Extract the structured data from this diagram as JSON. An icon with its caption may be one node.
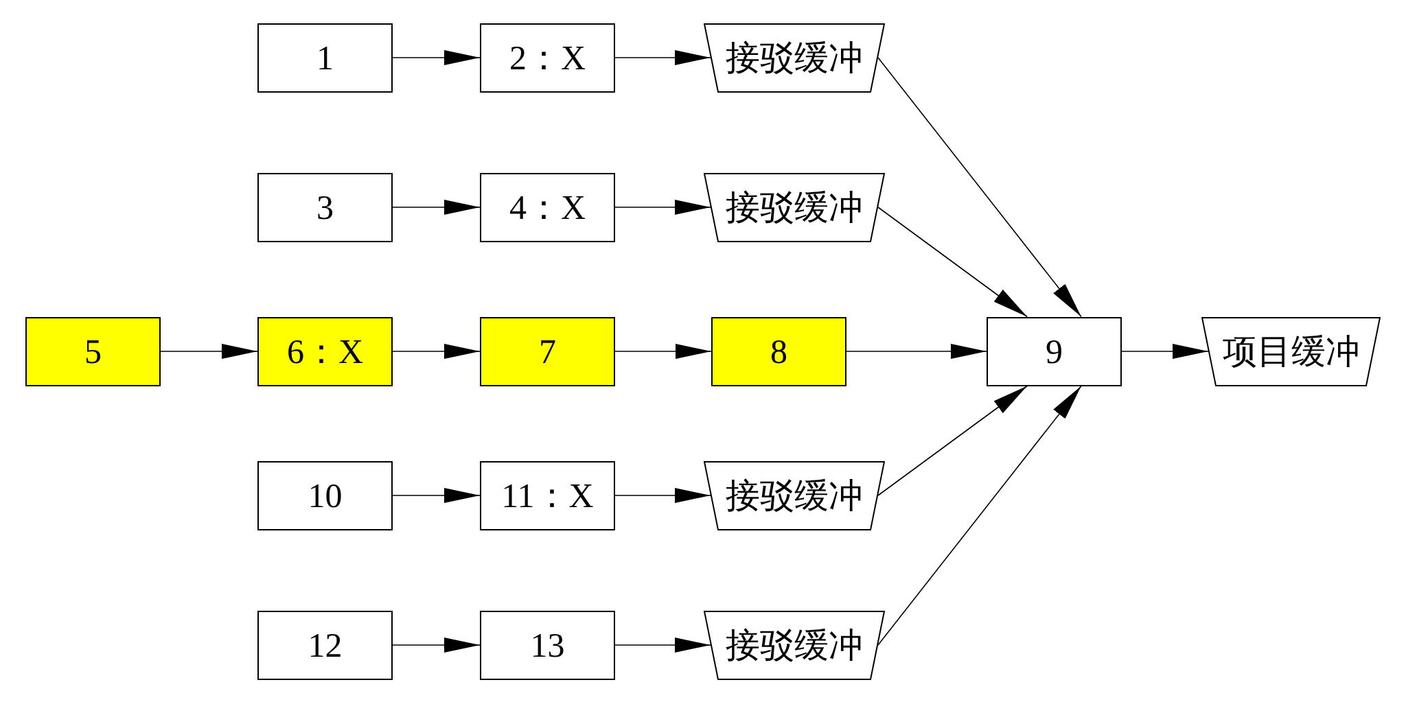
{
  "diagram": {
    "nodes": [
      {
        "text": [
          "1"
        ]
      },
      {
        "text": [
          "2：X"
        ]
      },
      {
        "text": [
          "接驳缓冲"
        ]
      },
      {
        "text": [
          "3"
        ]
      },
      {
        "text": [
          "4：X"
        ]
      },
      {
        "text": [
          "接驳缓冲"
        ]
      },
      {
        "text": [
          "5"
        ]
      },
      {
        "text": [
          "6：X"
        ]
      },
      {
        "text": [
          "7"
        ]
      },
      {
        "text": [
          "8"
        ]
      },
      {
        "text": [
          "9"
        ]
      },
      {
        "text": [
          "项目缓冲"
        ]
      },
      {
        "text": [
          "10"
        ]
      },
      {
        "text": [
          "11：X"
        ]
      },
      {
        "text": [
          "接驳缓冲"
        ]
      },
      {
        "text": [
          "12"
        ]
      },
      {
        "text": [
          "13"
        ]
      },
      {
        "text": [
          "接驳缓冲"
        ]
      }
    ],
    "edges": [
      {
        "from": 0,
        "to": 1,
        "arrow": "to"
      },
      {
        "from": 1,
        "to": 2,
        "arrow": "to"
      },
      {
        "from": 2,
        "to": 10,
        "arrow": "to"
      },
      {
        "from": 3,
        "to": 4,
        "arrow": "to"
      },
      {
        "from": 4,
        "to": 5,
        "arrow": "to"
      },
      {
        "from": 5,
        "to": 10,
        "arrow": "to"
      },
      {
        "from": 6,
        "to": 7,
        "arrow": "to"
      },
      {
        "from": 7,
        "to": 8,
        "arrow": "to"
      },
      {
        "from": 8,
        "to": 9,
        "arrow": "to"
      },
      {
        "from": 9,
        "to": 10,
        "arrow": "to"
      },
      {
        "from": 10,
        "to": 11,
        "arrow": "to"
      },
      {
        "from": 12,
        "to": 13,
        "arrow": "to"
      },
      {
        "from": 13,
        "to": 14,
        "arrow": "to"
      },
      {
        "from": 14,
        "to": 10,
        "arrow": "to"
      },
      {
        "from": 15,
        "to": 16,
        "arrow": "to"
      },
      {
        "from": 16,
        "to": 17,
        "arrow": "to"
      },
      {
        "from": 17,
        "to": 10,
        "arrow": "to"
      }
    ]
  }
}
